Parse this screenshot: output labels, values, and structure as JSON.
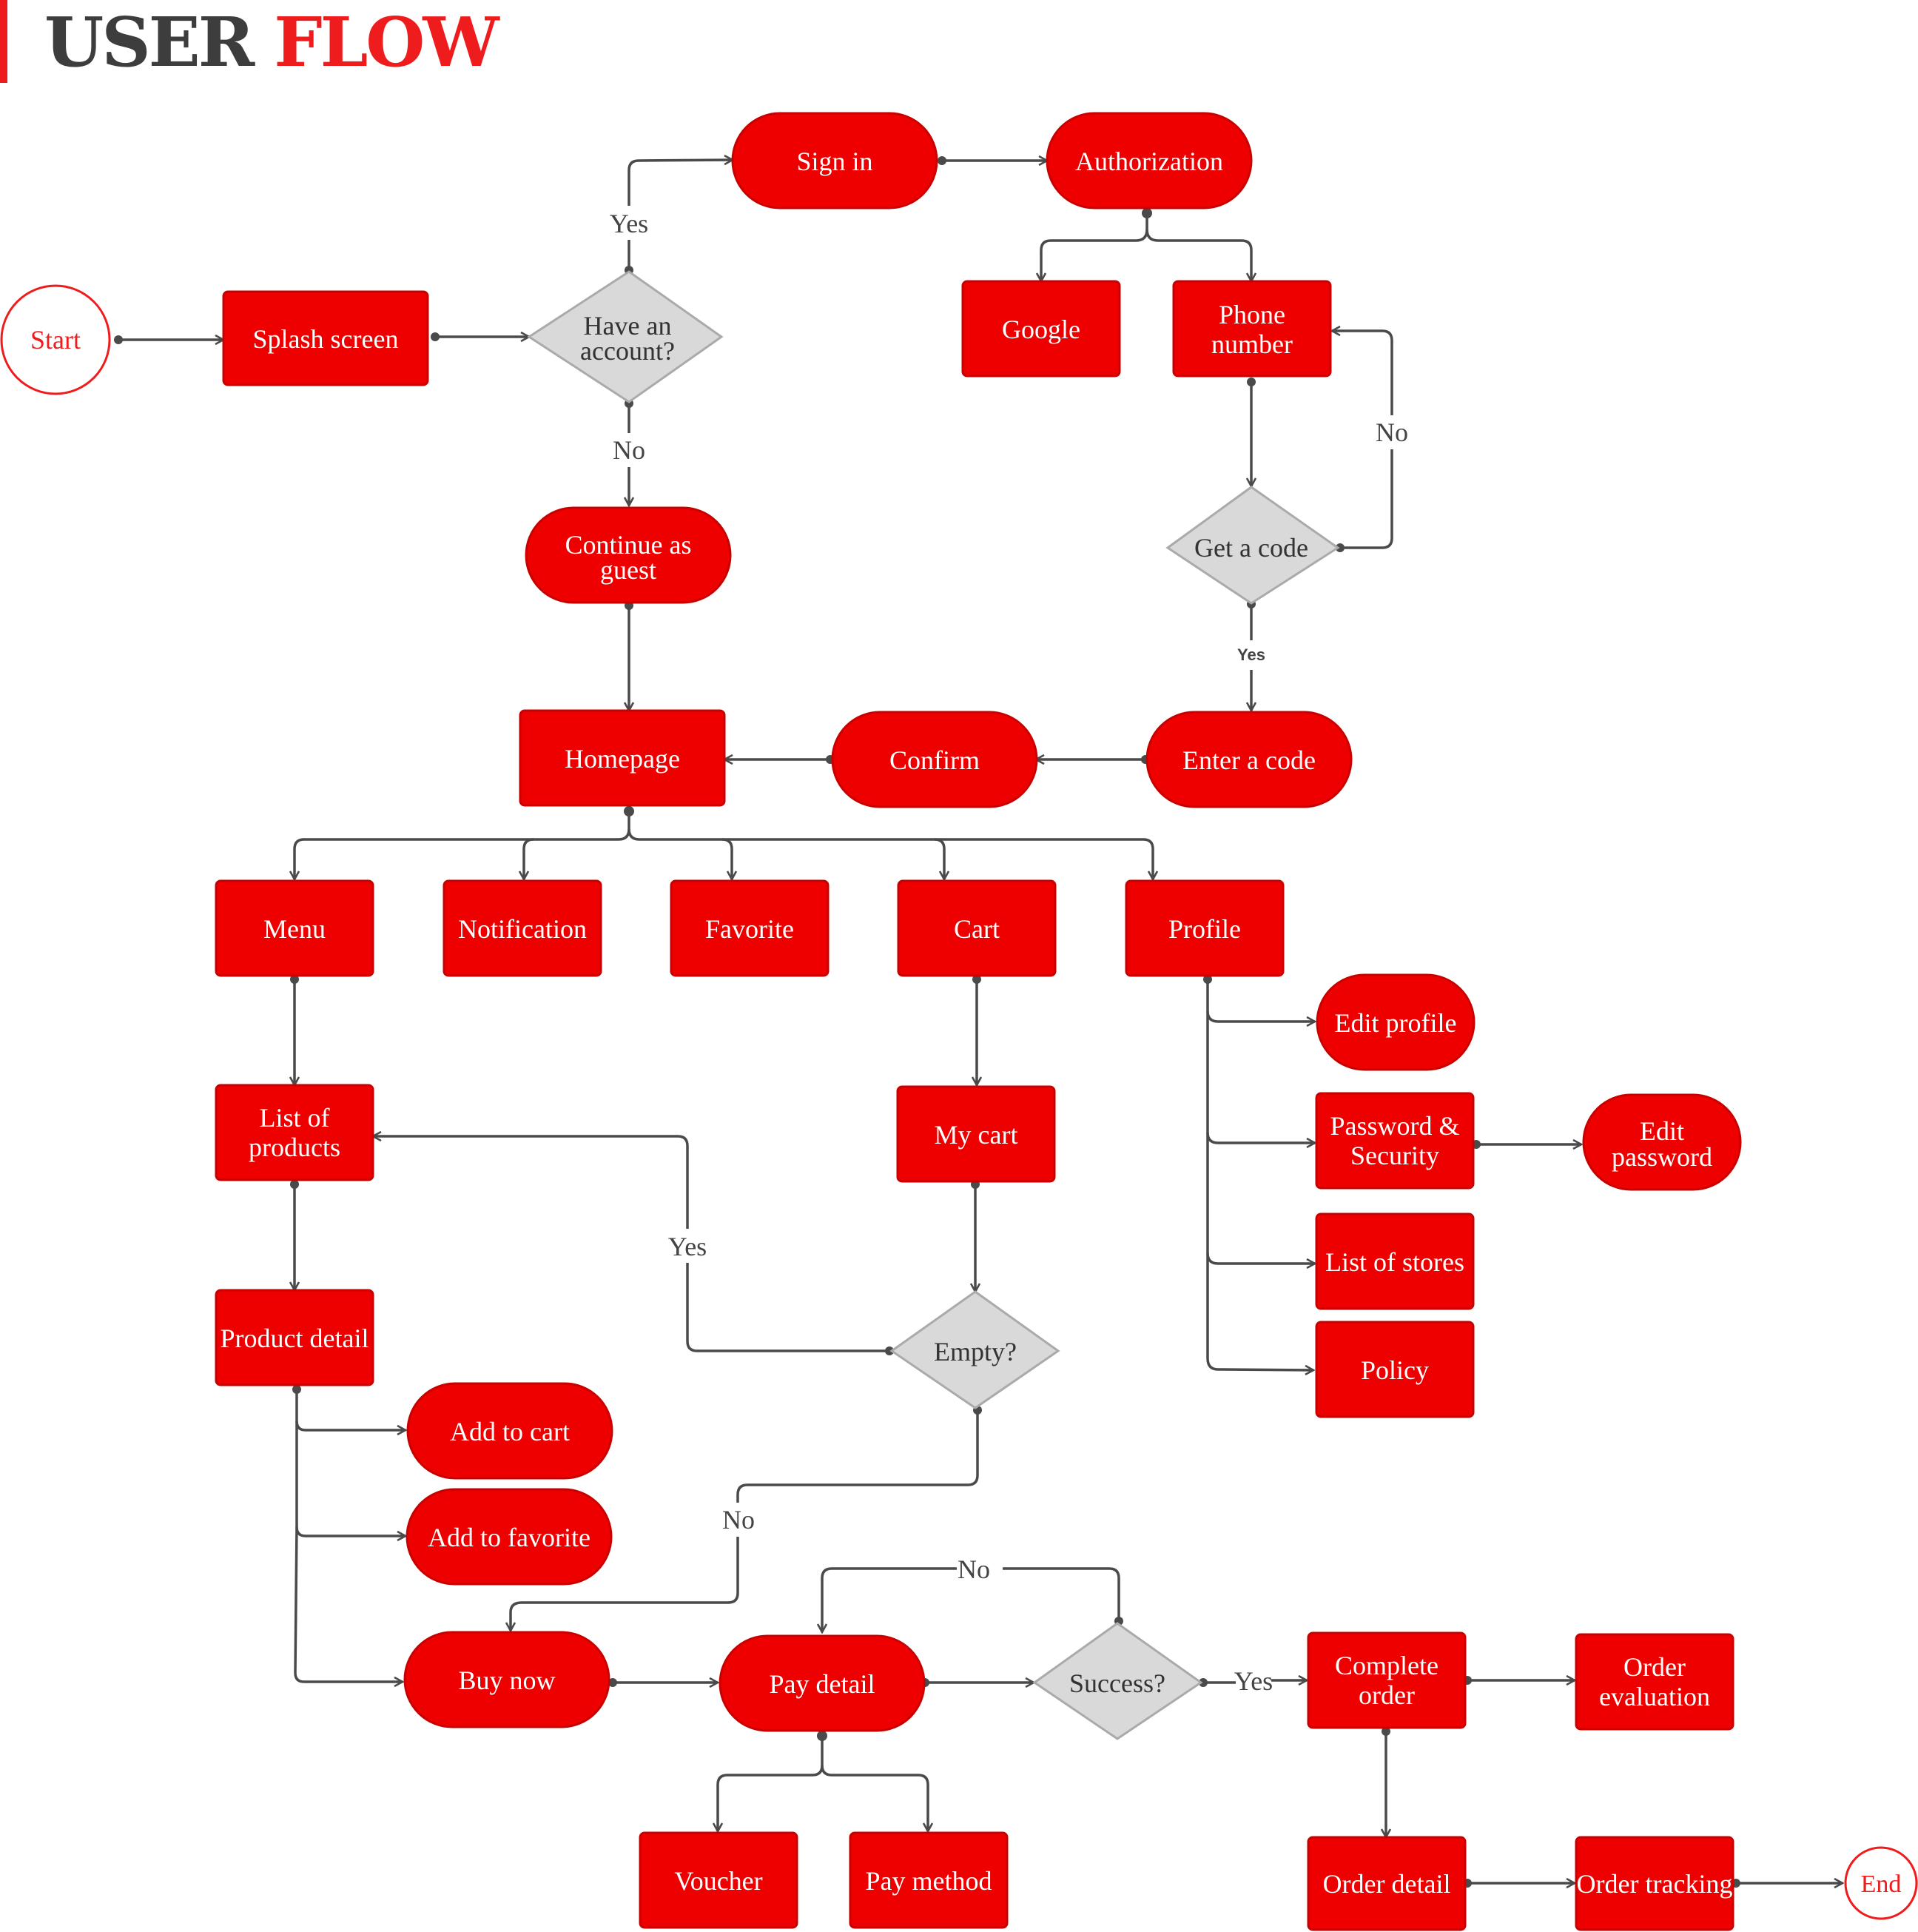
{
  "title": {
    "part1": "USER",
    "part2": "FLOW"
  },
  "colors": {
    "node_fill": "#ee0000",
    "node_stroke": "#c90000",
    "decision_fill": "#d9d9d9",
    "decision_stroke": "#aaaaaa",
    "edge": "#4a4a4a",
    "terminal_stroke": "#ee1c1c"
  },
  "nodes": {
    "start": "Start",
    "splash": "Splash screen",
    "have_account": [
      "Have an",
      "account?"
    ],
    "sign_in": "Sign in",
    "authorization": "Authorization",
    "google": "Google",
    "phone": [
      "Phone",
      "number"
    ],
    "get_code": "Get a code",
    "continue_guest": [
      "Continue as",
      "guest"
    ],
    "homepage": "Homepage",
    "confirm": "Confirm",
    "enter_code": "Enter a code",
    "menu": "Menu",
    "notification": "Notification",
    "favorite": "Favorite",
    "cart": "Cart",
    "profile": "Profile",
    "edit_profile": "Edit profile",
    "password_security": [
      "Password &",
      "Security"
    ],
    "edit_password": [
      "Edit",
      "password"
    ],
    "list_stores": "List of stores",
    "policy": "Policy",
    "list_products": [
      "List of",
      "products"
    ],
    "my_cart": "My cart",
    "product_detail": "Product detail",
    "empty": "Empty?",
    "add_to_cart": "Add to cart",
    "add_to_favorite": "Add to favorite",
    "buy_now": "Buy now",
    "pay_detail": "Pay detail",
    "success": "Success?",
    "complete_order": [
      "Complete",
      "order"
    ],
    "order_evaluation": [
      "Order",
      "evaluation"
    ],
    "voucher": "Voucher",
    "pay_method": "Pay method",
    "order_detail": "Order detail",
    "order_tracking": "Order tracking",
    "end": "End"
  },
  "edge_labels": {
    "yes_account": "Yes",
    "no_account": "No",
    "no_code": "No",
    "yes_code": "Yes",
    "yes_empty": "Yes",
    "no_empty": "No",
    "no_success": "No",
    "yes_success": "Yes"
  }
}
